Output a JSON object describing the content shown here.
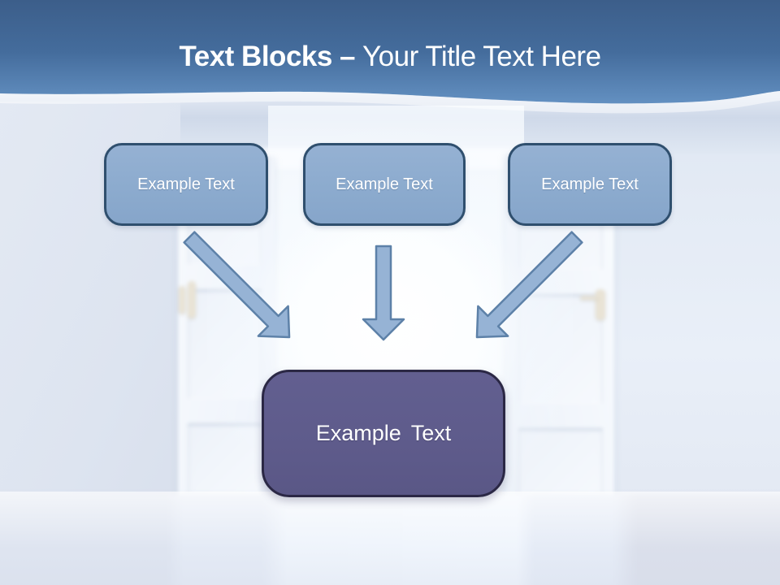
{
  "slide": {
    "title": {
      "bold": "Text Blocks –",
      "regular": "Your Title Text Here"
    },
    "blocks": [
      {
        "label": "Example Text"
      },
      {
        "label": "Example Text"
      },
      {
        "label": "Example Text"
      }
    ],
    "result_block": {
      "label": "Example Text"
    },
    "icons": {
      "arrow_1": "arrow-down-right",
      "arrow_2": "arrow-down",
      "arrow_3": "arrow-down-left"
    },
    "colors": {
      "header_blue_top": "#3C5E8A",
      "header_blue_bottom": "#6390C1",
      "block_fill": "#8CABCE",
      "block_border": "#2F4F6E",
      "arrow_fill": "#96B3D5",
      "arrow_stroke": "#5D81A8",
      "result_fill": "#5E5B8B",
      "result_border": "#2B2845",
      "text": "#FFFFFF"
    }
  }
}
